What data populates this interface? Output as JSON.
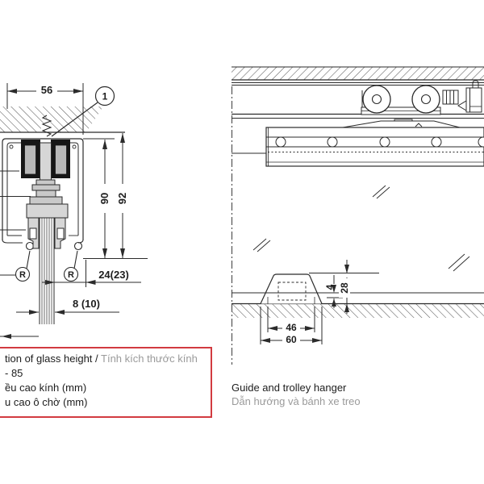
{
  "colors": {
    "line": "#2b2b2b",
    "red_border": "#d23b40",
    "text_black": "#1d1d1d",
    "text_gray": "#9a9a9a",
    "fill_dark": "#161616",
    "fill_gray": "#c9c9c9"
  },
  "left_diagram": {
    "dim_width_top": "56",
    "dim_height_inner": "90",
    "dim_height_outer": "92",
    "dim_offset": "24(23)",
    "dim_glass_thickness": "8 (10)",
    "callout": "1",
    "radius_marker": "R"
  },
  "right_diagram": {
    "dim_slot_width": "46",
    "dim_guide_width": "60",
    "dim_floor_gap": "4",
    "dim_guide_height": "28"
  },
  "captions": {
    "glass_height_box": {
      "line1_en": "tion of glass height",
      "line1_divider": " / ",
      "line1_vi": "Tính kích thước kính",
      "line2": "- 85",
      "line3": "ều cao kính (mm)",
      "line4": "u cao ô chờ (mm)"
    },
    "guide_caption_en": "Guide and trolley hanger",
    "guide_caption_vi": "Dẫn hướng và bánh xe treo"
  }
}
